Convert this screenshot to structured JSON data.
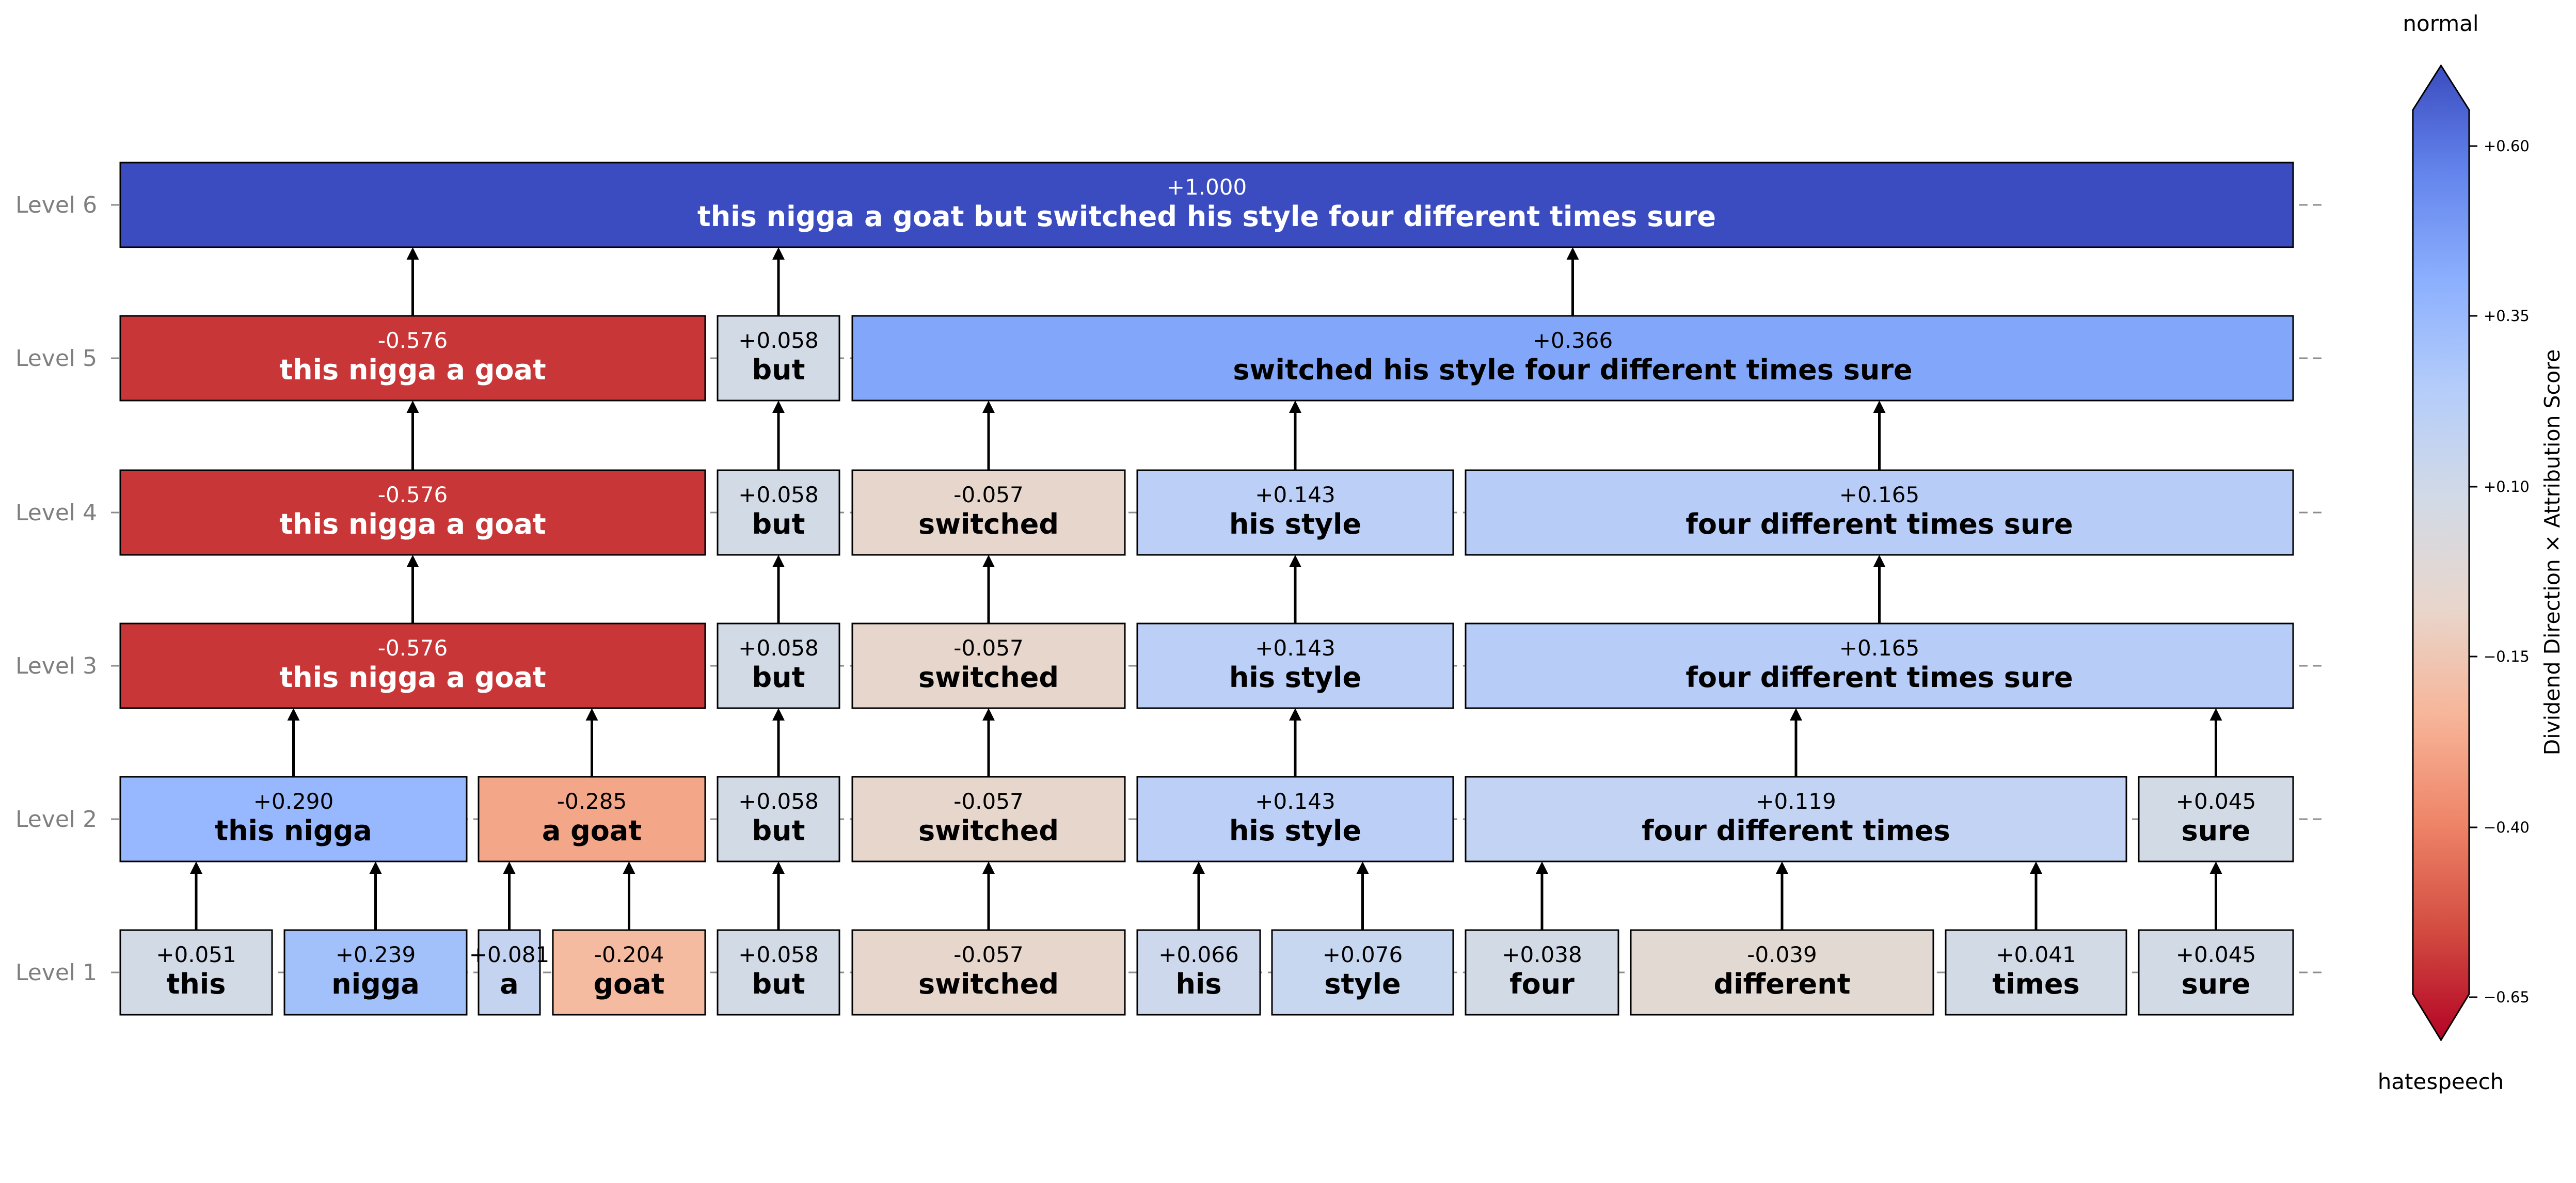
{
  "levels": [
    {
      "label": "Level 1",
      "nodes": [
        {
          "text": "this",
          "score": "+0.051",
          "color": "#d2dae6"
        },
        {
          "text": "nigga",
          "score": "+0.239",
          "color": "#a2c0f9"
        },
        {
          "text": "a",
          "score": "+0.081",
          "color": "#c4d4f0"
        },
        {
          "text": "goat",
          "score": "-0.204",
          "color": "#f5bba0"
        },
        {
          "text": "but",
          "score": "+0.058",
          "color": "#d2dae6"
        },
        {
          "text": "switched",
          "score": "-0.057",
          "color": "#e6d6cc"
        },
        {
          "text": "his",
          "score": "+0.066",
          "color": "#cdd8ec"
        },
        {
          "text": "style",
          "score": "+0.076",
          "color": "#c8d7f0"
        },
        {
          "text": "four",
          "score": "+0.038",
          "color": "#d2dae6"
        },
        {
          "text": "different",
          "score": "-0.039",
          "color": "#e2d9d3"
        },
        {
          "text": "times",
          "score": "+0.041",
          "color": "#d2dae6"
        },
        {
          "text": "sure",
          "score": "+0.045",
          "color": "#d2dae6"
        }
      ]
    },
    {
      "label": "Level 2",
      "nodes": [
        {
          "text": "this nigga",
          "score": "+0.290",
          "color": "#97b8fe"
        },
        {
          "text": "a goat",
          "score": "-0.285",
          "color": "#f4a688"
        },
        {
          "text": "but",
          "score": "+0.058",
          "color": "#d2dae6"
        },
        {
          "text": "switched",
          "score": "-0.057",
          "color": "#e6d6cc"
        },
        {
          "text": "his style",
          "score": "+0.143",
          "color": "#bccff6"
        },
        {
          "text": "four different times",
          "score": "+0.119",
          "color": "#c2d3f3"
        },
        {
          "text": "sure",
          "score": "+0.045",
          "color": "#d2dae6"
        }
      ]
    },
    {
      "label": "Level 3",
      "nodes": [
        {
          "text": "this nigga a goat",
          "score": "-0.576",
          "color": "#c93638"
        },
        {
          "text": "but",
          "score": "+0.058",
          "color": "#d2dae6"
        },
        {
          "text": "switched",
          "score": "-0.057",
          "color": "#e6d6cc"
        },
        {
          "text": "his style",
          "score": "+0.143",
          "color": "#bccff6"
        },
        {
          "text": "four different times sure",
          "score": "+0.165",
          "color": "#b7cdf8"
        }
      ]
    },
    {
      "label": "Level 4",
      "nodes": [
        {
          "text": "this nigga a goat",
          "score": "-0.576",
          "color": "#c93638"
        },
        {
          "text": "but",
          "score": "+0.058",
          "color": "#d2dae6"
        },
        {
          "text": "switched",
          "score": "-0.057",
          "color": "#e6d6cc"
        },
        {
          "text": "his style",
          "score": "+0.143",
          "color": "#bccff6"
        },
        {
          "text": "four different times sure",
          "score": "+0.165",
          "color": "#b7cdf8"
        }
      ]
    },
    {
      "label": "Level 5",
      "nodes": [
        {
          "text": "this nigga a goat",
          "score": "-0.576",
          "color": "#c93638"
        },
        {
          "text": "but",
          "score": "+0.058",
          "color": "#d2dae6"
        },
        {
          "text": "switched his style four different times sure",
          "score": "+0.366",
          "color": "#82a6fa"
        }
      ]
    },
    {
      "label": "Level 6",
      "nodes": [
        {
          "text": "this nigga a goat but switched his style four different times sure",
          "score": "+1.000",
          "color": "#3b4cc0"
        }
      ]
    }
  ],
  "colorbar": {
    "title": "Dividend Direction × Attribution Score",
    "top_label": "normal",
    "bottom_label": "hatespeech",
    "ticks": [
      "+0.60",
      "+0.35",
      "+0.10",
      "−0.15",
      "−0.40",
      "−0.65"
    ],
    "colormap": [
      "#b40426",
      "#d24b40",
      "#ee8468",
      "#f7b599",
      "#e8d6cc",
      "#d2dae6",
      "#b5cdfa",
      "#8db0fe",
      "#6485ec",
      "#3b4cc0"
    ]
  }
}
